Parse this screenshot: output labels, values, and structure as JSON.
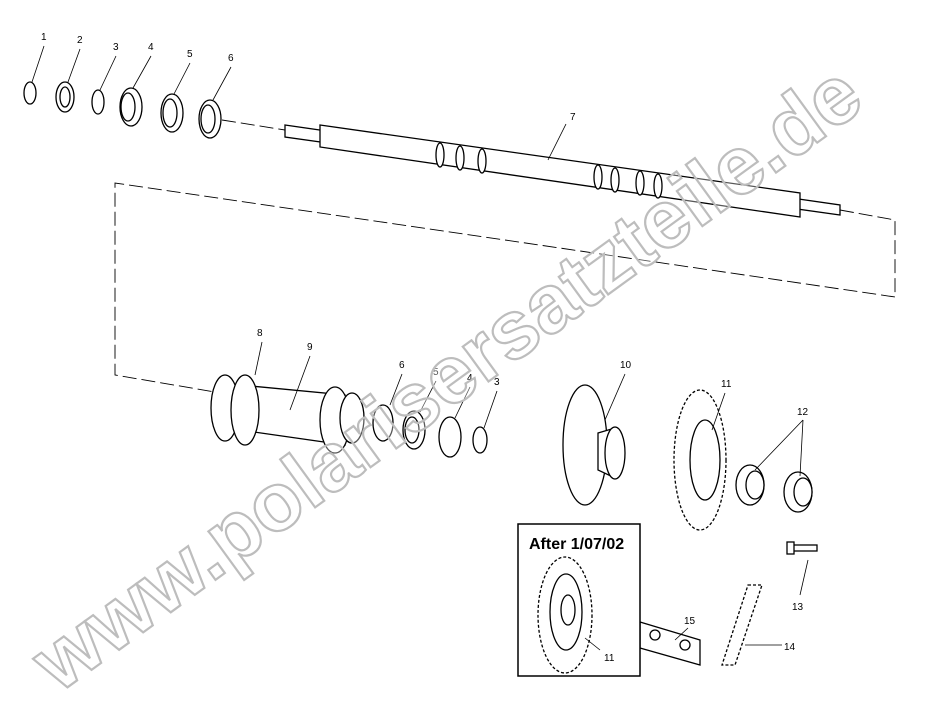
{
  "diagram": {
    "inset_title": "After 1/07/02",
    "watermark": "www.polarisersatzteile.de",
    "callouts": {
      "c1": "1",
      "c2": "2",
      "c3": "3",
      "c4": "4",
      "c5": "5",
      "c6": "6",
      "c7": "7",
      "c8": "8",
      "c9": "9",
      "c6b": "6",
      "c5b": "5",
      "c4b": "4",
      "c3b": "3",
      "c10": "10",
      "c11": "11",
      "c12": "12",
      "c13": "13",
      "c14": "14",
      "c15": "15",
      "c11b": "11"
    }
  }
}
